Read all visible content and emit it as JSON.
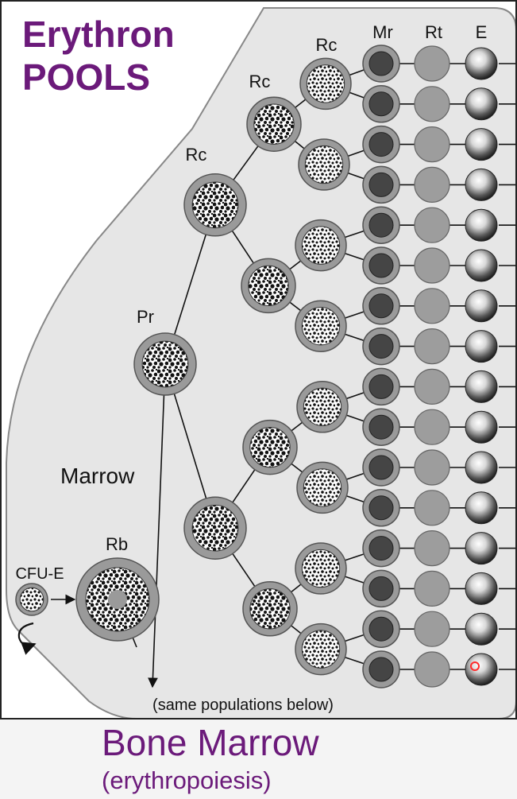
{
  "title": {
    "line1": "Erythron",
    "line2": "POOLS"
  },
  "labels": {
    "mr": "Mr",
    "rt": "Rt",
    "e": "E",
    "rc": "Rc",
    "pr": "Pr",
    "rb": "Rb",
    "cfu": "CFU-E",
    "marrow": "Marrow",
    "same_below": "(same populations below)"
  },
  "caption": {
    "title": "Bone Marrow",
    "subtitle": "(erythropoiesis)"
  },
  "colors": {
    "title": "#6b1a7a",
    "panel": "#e6e6e6",
    "cell_ring": "#9a9a9a",
    "mr_core": "#454545",
    "rt": "#9d9d9d",
    "highlight": "#ff2a2a"
  }
}
